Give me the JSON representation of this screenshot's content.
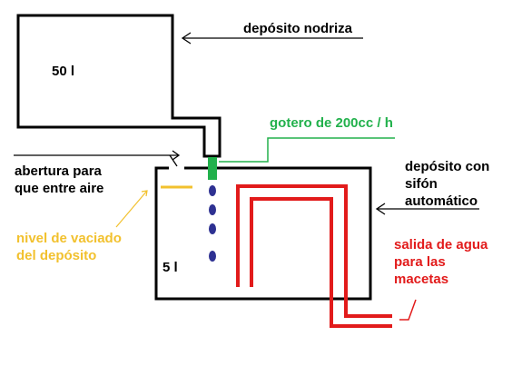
{
  "labels": {
    "tank_top_capacity": "50 l",
    "tank_bottom_capacity": "5 l",
    "feeder_tank": "depósito nodriza",
    "dripper_line1": "gotero de 200cc / h",
    "air_vent_line1": "abertura para",
    "air_vent_line2": "que entre aire",
    "siphon_tank_line1": "depósito con",
    "siphon_tank_line2": "sifón",
    "siphon_tank_line3": "automático",
    "empty_level_line1": "nivel de vaciado",
    "empty_level_line2": "del depósito",
    "outlet_line1": "salida de agua",
    "outlet_line2": "para las",
    "outlet_line3": "macetas"
  },
  "colors": {
    "outline": "#000000",
    "dripper": "#22b14c",
    "level": "#f2c12e",
    "siphon": "#e21b1b",
    "drops": "#2e3192"
  }
}
